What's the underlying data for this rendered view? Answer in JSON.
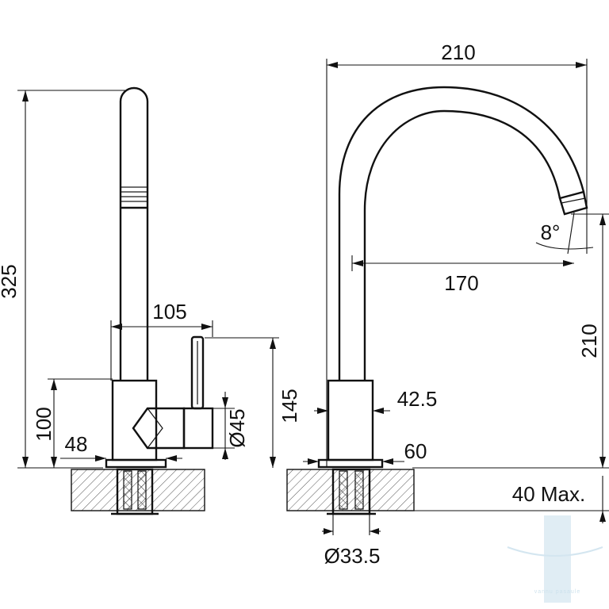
{
  "diagram": {
    "dimensions": {
      "side_height": "325",
      "spout_reach_side": "105",
      "base_height": "100",
      "body_diameter": "48",
      "lever_diameter": "Ø45",
      "lever_height": "145",
      "top_width": "210",
      "spout_angle": "8°",
      "spout_reach_front": "170",
      "front_height": "210",
      "body_front_diameter": "42.5",
      "base_diameter": "60",
      "counter_thickness": "40 Max.",
      "hole_diameter": "Ø33.5"
    },
    "watermark": "vannu pasaule"
  },
  "colors": {
    "ink": "#111111",
    "watermark": "#b9d6e6"
  }
}
